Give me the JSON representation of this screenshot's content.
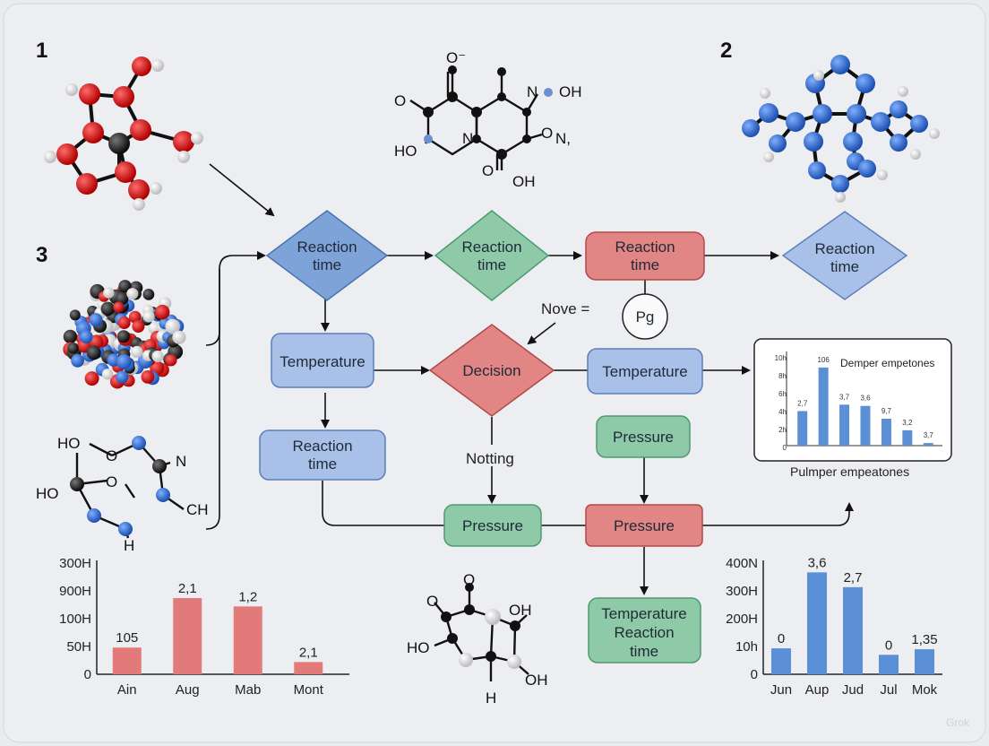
{
  "figure_labels": {
    "one": "1",
    "two": "2",
    "three": "3"
  },
  "colors": {
    "blue_fill": "#7da3d8",
    "blue_stroke": "#4a72b0",
    "green_fill": "#8ecaa8",
    "green_stroke": "#4f9a72",
    "red_fill": "#e28585",
    "red_stroke": "#b14848",
    "lightblue_fill": "#a9c1e8",
    "lightblue_stroke": "#5c7fba",
    "bar_red": "#e27a7a",
    "bar_blue": "#5b8fd6",
    "oxygen": "#d21818",
    "nitrogen": "#2a64c8",
    "carbon": "#1a1a1a",
    "hydrogen": "#f2f2f2"
  },
  "flow": {
    "d1": "Reaction time",
    "d2": "Reaction time",
    "r1": "Reaction time",
    "d3": "Reaction time",
    "circle": "Pg",
    "nove": "Nove =",
    "temp1": "Temperature",
    "decision": "Decision",
    "temp2": "Temperature",
    "rt_box": "Reaction time",
    "pressure_top": "Pressure",
    "notting": "Notting",
    "pressure_green": "Pressure",
    "pressure_red": "Pressure",
    "final": "Temperature Reaction time"
  },
  "chem_labels": {
    "top_o_minus": "O⁻",
    "top_o_left": "O",
    "top_n_oh": "N",
    "top_oh_right": "OH",
    "top_ho": "HO",
    "top_n_mid": "N",
    "top_o_n": "O",
    "top_n_right": "N,",
    "top_o_bot": "O",
    "top_oh_bot": "OH",
    "left_ho1": "HO",
    "left_o1": "O",
    "left_o2": "O",
    "left_n": "N",
    "left_ho2": "HO",
    "left_ch": "CH",
    "left_h": "H",
    "bot_oh1": "OH",
    "bot_ho": "HO",
    "bot_oh2": "OH",
    "bot_h": "H"
  },
  "chart_data": [
    {
      "type": "bar",
      "categories": [
        "Ain",
        "Aug",
        "Mab",
        "Mont"
      ],
      "values": [
        48,
        137,
        122,
        22
      ],
      "data_labels": [
        "105",
        "2,1",
        "1,2",
        "2,1"
      ],
      "ytick_labels": [
        "0",
        "50H",
        "100H",
        "900H",
        "300H"
      ],
      "ytick_values": [
        0,
        50,
        100,
        150,
        200
      ],
      "ylim": [
        0,
        200
      ],
      "grid": false
    },
    {
      "type": "bar",
      "title": "Demper empetones",
      "xlabel": "Pulmper empeatones",
      "categories": [
        "",
        "",
        "",
        "",
        "",
        "",
        ""
      ],
      "values": [
        2.7,
        6.1,
        3.2,
        3.1,
        2.1,
        1.2,
        0.2
      ],
      "data_labels": [
        "2,7",
        "106",
        "3,7",
        "3,6",
        "9,7",
        "3,2",
        "3,7"
      ],
      "ytick_labels": [
        "0",
        "2h",
        "4h",
        "6h",
        "8h",
        "10h"
      ],
      "ytick_values": [
        0,
        1.4,
        2.8,
        4.2,
        5.6,
        7
      ],
      "ylim": [
        0,
        7
      ],
      "grid": false
    },
    {
      "type": "bar",
      "categories": [
        "Jun",
        "Aup",
        "Jud",
        "Jul",
        "Mok"
      ],
      "values": [
        28,
        110,
        94,
        21,
        27
      ],
      "data_labels": [
        "0",
        "3,6",
        "2,7",
        "0",
        "1,35"
      ],
      "ytick_labels": [
        "0",
        "10h",
        "200H",
        "300H",
        "400N"
      ],
      "ytick_values": [
        0,
        30,
        60,
        90,
        120
      ],
      "ylim": [
        0,
        120
      ],
      "grid": false
    }
  ],
  "watermark": "Grok"
}
